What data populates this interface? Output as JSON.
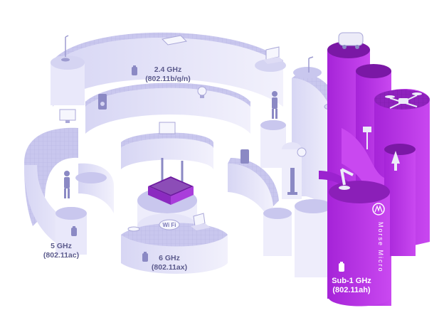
{
  "bands": {
    "ghz24": {
      "line1": "2.4 GHz",
      "line2": "(802.11b/g/n)"
    },
    "ghz5": {
      "line1": "5 GHz",
      "line2": "(802.11ac)"
    },
    "ghz6": {
      "line1": "6 GHz",
      "line2": "(802.11ax)"
    },
    "sub1": {
      "line1": "Sub-1 GHz",
      "line2": "(802.11ah)"
    }
  },
  "router": {
    "badge_text": "Wi Fi"
  },
  "brand": {
    "name": "Morse Micro"
  },
  "colors": {
    "lavender_top": "#c9c7ee",
    "lavender_side": "#e6e5f8",
    "lavender_dark": "#aeacdc",
    "purple_top": "#8b1fb8",
    "purple_side": "#b12fe0",
    "purple_light": "#d35cf0",
    "label_text": "#5b5a8c"
  },
  "icons": [
    "laptop-icon",
    "lamp-icon",
    "tv-icon",
    "speaker-icon",
    "bulb-icon",
    "person-icon",
    "car-icon",
    "drone-icon",
    "camera-icon",
    "robot-arm-icon",
    "router-icon",
    "battery-icon",
    "wifi-badge-icon",
    "logo-icon"
  ]
}
